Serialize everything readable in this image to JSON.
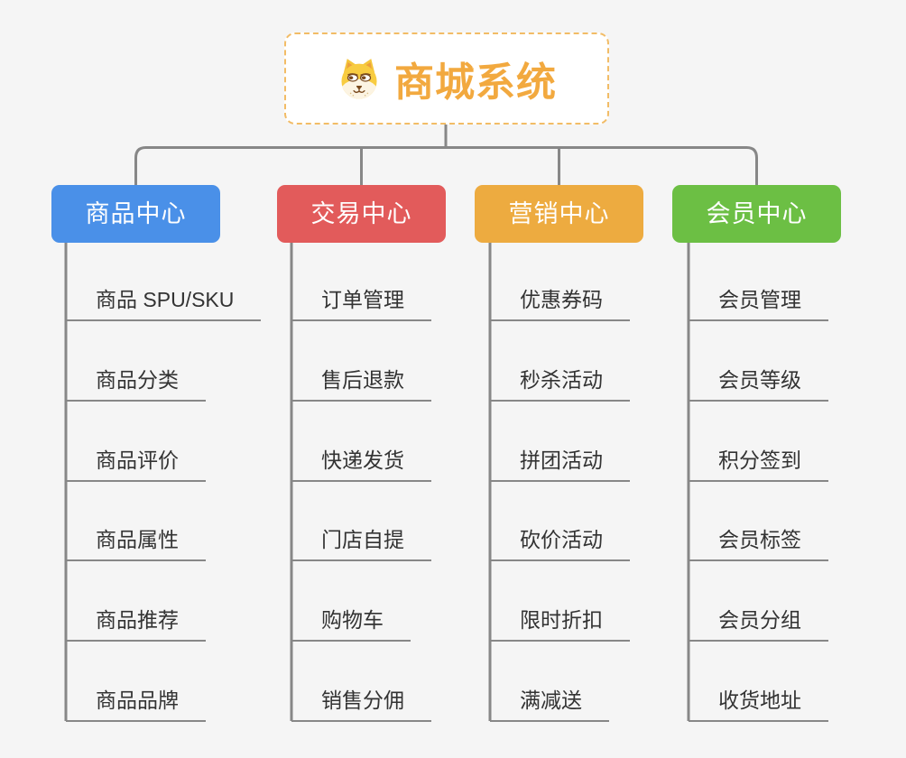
{
  "background_color": "#F5F5F5",
  "connector_color": "#878787",
  "root": {
    "title": "商城系统",
    "icon": "shiba-dog",
    "title_color": "#F2A93F",
    "border_color": "#F2BC66"
  },
  "branches": [
    {
      "id": "product-center",
      "label": "商品中心",
      "color": "#4A90E8",
      "items": [
        "商品 SPU/SKU",
        "商品分类",
        "商品评价",
        "商品属性",
        "商品推荐",
        "商品品牌"
      ]
    },
    {
      "id": "trade-center",
      "label": "交易中心",
      "color": "#E25B5B",
      "items": [
        "订单管理",
        "售后退款",
        "快递发货",
        "门店自提",
        "购物车",
        "销售分佣"
      ]
    },
    {
      "id": "marketing-center",
      "label": "营销中心",
      "color": "#EDAB40",
      "items": [
        "优惠券码",
        "秒杀活动",
        "拼团活动",
        "砍价活动",
        "限时折扣",
        "满减送"
      ]
    },
    {
      "id": "member-center",
      "label": "会员中心",
      "color": "#6CBF44",
      "items": [
        "会员管理",
        "会员等级",
        "积分签到",
        "会员标签",
        "会员分组",
        "收货地址"
      ]
    }
  ]
}
